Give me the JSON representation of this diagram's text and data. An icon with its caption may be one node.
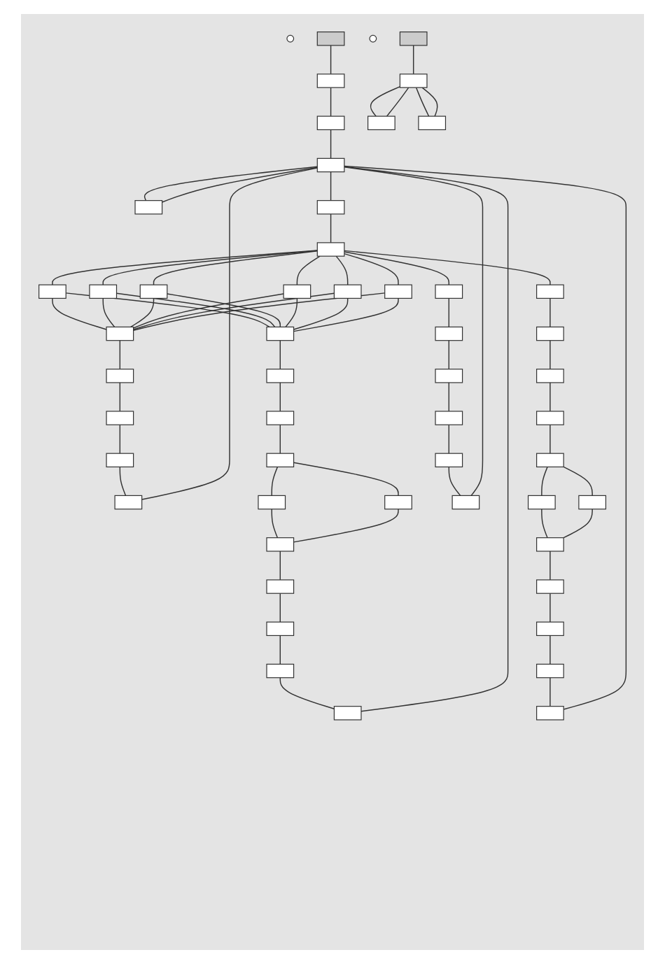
{
  "diagram": {
    "nodes": [
      {
        "text": [],
        "shape": "circle"
      },
      {
        "text": [],
        "shape": "box"
      },
      {
        "text": [],
        "shape": "box"
      },
      {
        "text": [],
        "shape": "box"
      },
      {
        "text": [],
        "shape": "box"
      },
      {
        "text": [],
        "shape": "box"
      },
      {
        "text": [],
        "shape": "box"
      },
      {
        "text": [],
        "shape": "box"
      },
      {
        "text": [],
        "shape": "box"
      },
      {
        "text": [],
        "shape": "box"
      },
      {
        "text": [],
        "shape": "box"
      },
      {
        "text": [],
        "shape": "box"
      },
      {
        "text": [],
        "shape": "box"
      },
      {
        "text": [],
        "shape": "box"
      },
      {
        "text": [],
        "shape": "box"
      },
      {
        "text": [],
        "shape": "box"
      },
      {
        "text": [],
        "shape": "box"
      },
      {
        "text": [],
        "shape": "box"
      },
      {
        "text": [],
        "shape": "box"
      },
      {
        "text": [],
        "shape": "box"
      },
      {
        "text": [],
        "shape": "box"
      },
      {
        "text": [],
        "shape": "box"
      },
      {
        "text": [],
        "shape": "box"
      },
      {
        "text": [],
        "shape": "box"
      },
      {
        "text": [],
        "shape": "box"
      },
      {
        "text": [],
        "shape": "box"
      },
      {
        "text": [],
        "shape": "box"
      },
      {
        "text": [],
        "shape": "box"
      },
      {
        "text": [],
        "shape": "box"
      },
      {
        "text": [],
        "shape": "box"
      },
      {
        "text": [],
        "shape": "box"
      },
      {
        "text": [],
        "shape": "box"
      },
      {
        "text": [],
        "shape": "box"
      },
      {
        "text": [],
        "shape": "box"
      },
      {
        "text": [],
        "shape": "box"
      },
      {
        "text": [],
        "shape": "box"
      },
      {
        "text": [],
        "shape": "box"
      },
      {
        "text": [],
        "shape": "box"
      },
      {
        "text": [],
        "shape": "box"
      },
      {
        "text": [],
        "shape": "box"
      },
      {
        "text": [],
        "shape": "box"
      },
      {
        "text": [],
        "shape": "box"
      },
      {
        "text": [],
        "shape": "box"
      },
      {
        "text": [],
        "shape": "box"
      },
      {
        "text": [],
        "shape": "box"
      },
      {
        "text": [],
        "shape": "box"
      },
      {
        "text": [],
        "shape": "box"
      },
      {
        "text": [],
        "shape": "box"
      },
      {
        "text": [],
        "shape": "circle"
      },
      {
        "text": [],
        "shape": "box"
      },
      {
        "text": [],
        "shape": "box"
      },
      {
        "text": [],
        "shape": "box"
      },
      {
        "text": [],
        "shape": "box"
      }
    ],
    "edges": [
      {
        "from": 1,
        "to": 2,
        "arrow": "none"
      },
      {
        "from": 2,
        "to": 3,
        "arrow": "none"
      },
      {
        "from": 3,
        "to": 4,
        "arrow": "none"
      },
      {
        "from": 4,
        "to": 5,
        "arrow": "none"
      },
      {
        "from": 4,
        "to": 6,
        "arrow": "none"
      },
      {
        "from": 6,
        "to": 7,
        "arrow": "none"
      },
      {
        "from": 7,
        "to": 8,
        "arrow": "none"
      },
      {
        "from": 7,
        "to": 9,
        "arrow": "none"
      },
      {
        "from": 7,
        "to": 10,
        "arrow": "none"
      },
      {
        "from": 7,
        "to": 11,
        "arrow": "none"
      },
      {
        "from": 7,
        "to": 12,
        "arrow": "none"
      },
      {
        "from": 7,
        "to": 13,
        "arrow": "none"
      },
      {
        "from": 7,
        "to": 14,
        "arrow": "none"
      },
      {
        "from": 7,
        "to": 15,
        "arrow": "none"
      },
      {
        "from": 8,
        "to": 16,
        "arrow": "none"
      },
      {
        "from": 8,
        "to": 21,
        "arrow": "none"
      },
      {
        "from": 9,
        "to": 16,
        "arrow": "none"
      },
      {
        "from": 9,
        "to": 21,
        "arrow": "none"
      },
      {
        "from": 10,
        "to": 16,
        "arrow": "none"
      },
      {
        "from": 10,
        "to": 21,
        "arrow": "none"
      },
      {
        "from": 11,
        "to": 16,
        "arrow": "none"
      },
      {
        "from": 11,
        "to": 21,
        "arrow": "none"
      },
      {
        "from": 12,
        "to": 16,
        "arrow": "none"
      },
      {
        "from": 12,
        "to": 21,
        "arrow": "none"
      },
      {
        "from": 13,
        "to": 16,
        "arrow": "none"
      },
      {
        "from": 13,
        "to": 21,
        "arrow": "none"
      },
      {
        "from": 16,
        "to": 17,
        "arrow": "none"
      },
      {
        "from": 17,
        "to": 18,
        "arrow": "none"
      },
      {
        "from": 18,
        "to": 19,
        "arrow": "none"
      },
      {
        "from": 19,
        "to": 20,
        "arrow": "none"
      },
      {
        "from": 20,
        "to": 4,
        "arrow": "none"
      },
      {
        "from": 21,
        "to": 22,
        "arrow": "none"
      },
      {
        "from": 22,
        "to": 23,
        "arrow": "none"
      },
      {
        "from": 23,
        "to": 24,
        "arrow": "none"
      },
      {
        "from": 24,
        "to": 25,
        "arrow": "none"
      },
      {
        "from": 24,
        "to": 26,
        "arrow": "none"
      },
      {
        "from": 25,
        "to": 27,
        "arrow": "none"
      },
      {
        "from": 26,
        "to": 27,
        "arrow": "none"
      },
      {
        "from": 27,
        "to": 28,
        "arrow": "none"
      },
      {
        "from": 28,
        "to": 29,
        "arrow": "none"
      },
      {
        "from": 29,
        "to": 30,
        "arrow": "none"
      },
      {
        "from": 30,
        "to": 31,
        "arrow": "none"
      },
      {
        "from": 31,
        "to": 4,
        "arrow": "none"
      },
      {
        "from": 14,
        "to": 32,
        "arrow": "none"
      },
      {
        "from": 32,
        "to": 33,
        "arrow": "none"
      },
      {
        "from": 33,
        "to": 34,
        "arrow": "none"
      },
      {
        "from": 34,
        "to": 35,
        "arrow": "none"
      },
      {
        "from": 35,
        "to": 36,
        "arrow": "none"
      },
      {
        "from": 36,
        "to": 4,
        "arrow": "none"
      },
      {
        "from": 15,
        "to": 37,
        "arrow": "none"
      },
      {
        "from": 37,
        "to": 38,
        "arrow": "none"
      },
      {
        "from": 38,
        "to": 39,
        "arrow": "none"
      },
      {
        "from": 39,
        "to": 40,
        "arrow": "none"
      },
      {
        "from": 40,
        "to": 41,
        "arrow": "none"
      },
      {
        "from": 40,
        "to": 42,
        "arrow": "none"
      },
      {
        "from": 41,
        "to": 43,
        "arrow": "none"
      },
      {
        "from": 42,
        "to": 43,
        "arrow": "none"
      },
      {
        "from": 43,
        "to": 44,
        "arrow": "none"
      },
      {
        "from": 44,
        "to": 45,
        "arrow": "none"
      },
      {
        "from": 45,
        "to": 46,
        "arrow": "none"
      },
      {
        "from": 46,
        "to": 47,
        "arrow": "none"
      },
      {
        "from": 47,
        "to": 4,
        "arrow": "none"
      },
      {
        "from": 5,
        "to": 4,
        "arrow": "none"
      },
      {
        "from": 49,
        "to": 50,
        "arrow": "none"
      },
      {
        "from": 50,
        "to": 51,
        "arrow": "none"
      },
      {
        "from": 50,
        "to": 52,
        "arrow": "none"
      },
      {
        "from": 51,
        "to": 50,
        "arrow": "none"
      },
      {
        "from": 52,
        "to": 50,
        "arrow": "none"
      }
    ]
  }
}
